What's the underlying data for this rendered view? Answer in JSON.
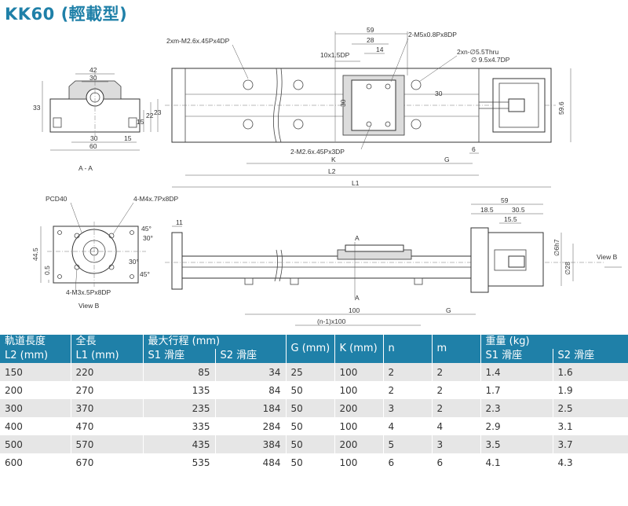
{
  "title": "KK60 (輕載型)",
  "drawing": {
    "section_label": "A - A",
    "view_label": "View B",
    "view_b_arrow_label": "View B",
    "cut_label": "A",
    "pcd_label": "PCD40",
    "callouts": {
      "m26_4dp": "2xm-M2.6x.45Px4DP",
      "m26_3dp": "2-M2.6x.45Px3DP",
      "m5": "2-M5x0.8Px8DP",
      "thru_1": "2xn-∅5.5Thru",
      "thru_2": "∅ 9.5x4.7DP",
      "m4": "4-M4x.7Px8DP",
      "m3": "4-M3x.5Px8DP",
      "dp10": "10x1.5DP",
      "n100": "(n-1)x100",
      "h7": "∅6h7",
      "d28": "∅28"
    },
    "dims": {
      "w42": "42",
      "w30a": "30",
      "h33": "33",
      "h15": "15",
      "h22": "22",
      "h23": "23",
      "w30b": "30",
      "w15": "15",
      "w60": "60",
      "d59a": "59",
      "d28": "28",
      "d14": "14",
      "d30v": "30",
      "d30h": "30",
      "d59_6": "59.6",
      "d6": "6",
      "K": "K",
      "G": "G",
      "L2": "L2",
      "L1": "L1",
      "d59b": "59",
      "d18_5": "18.5",
      "d30_5": "30.5",
      "d15_5": "15.5",
      "d11": "11",
      "d100": "100",
      "G2": "G",
      "h44_5": "44.5",
      "h0_5": "0.5",
      "a45a": "45°",
      "a30a": "30°",
      "a30b": "30°",
      "a45b": "45°"
    }
  },
  "table": {
    "headers": {
      "rail_length_line1": "軌道長度",
      "rail_length_line2": "L2 (mm)",
      "total_length_line1": "全長",
      "total_length_line2": "L1 (mm)",
      "max_stroke": "最大行程 (mm)",
      "s1": "S1 滑座",
      "s2": "S2 滑座",
      "g": "G (mm)",
      "k": "K (mm)",
      "n": "n",
      "m": "m",
      "weight": "重量 (kg)",
      "w_s1": "S1 滑座",
      "w_s2": "S2 滑座"
    },
    "rows": [
      [
        "150",
        "220",
        "85",
        "34",
        "25",
        "100",
        "2",
        "2",
        "1.4",
        "1.6"
      ],
      [
        "200",
        "270",
        "135",
        "84",
        "50",
        "100",
        "2",
        "2",
        "1.7",
        "1.9"
      ],
      [
        "300",
        "370",
        "235",
        "184",
        "50",
        "200",
        "3",
        "2",
        "2.3",
        "2.5"
      ],
      [
        "400",
        "470",
        "335",
        "284",
        "50",
        "100",
        "4",
        "4",
        "2.9",
        "3.1"
      ],
      [
        "500",
        "570",
        "435",
        "384",
        "50",
        "200",
        "5",
        "3",
        "3.5",
        "3.7"
      ],
      [
        "600",
        "670",
        "535",
        "484",
        "50",
        "100",
        "6",
        "6",
        "4.1",
        "4.3"
      ]
    ]
  }
}
